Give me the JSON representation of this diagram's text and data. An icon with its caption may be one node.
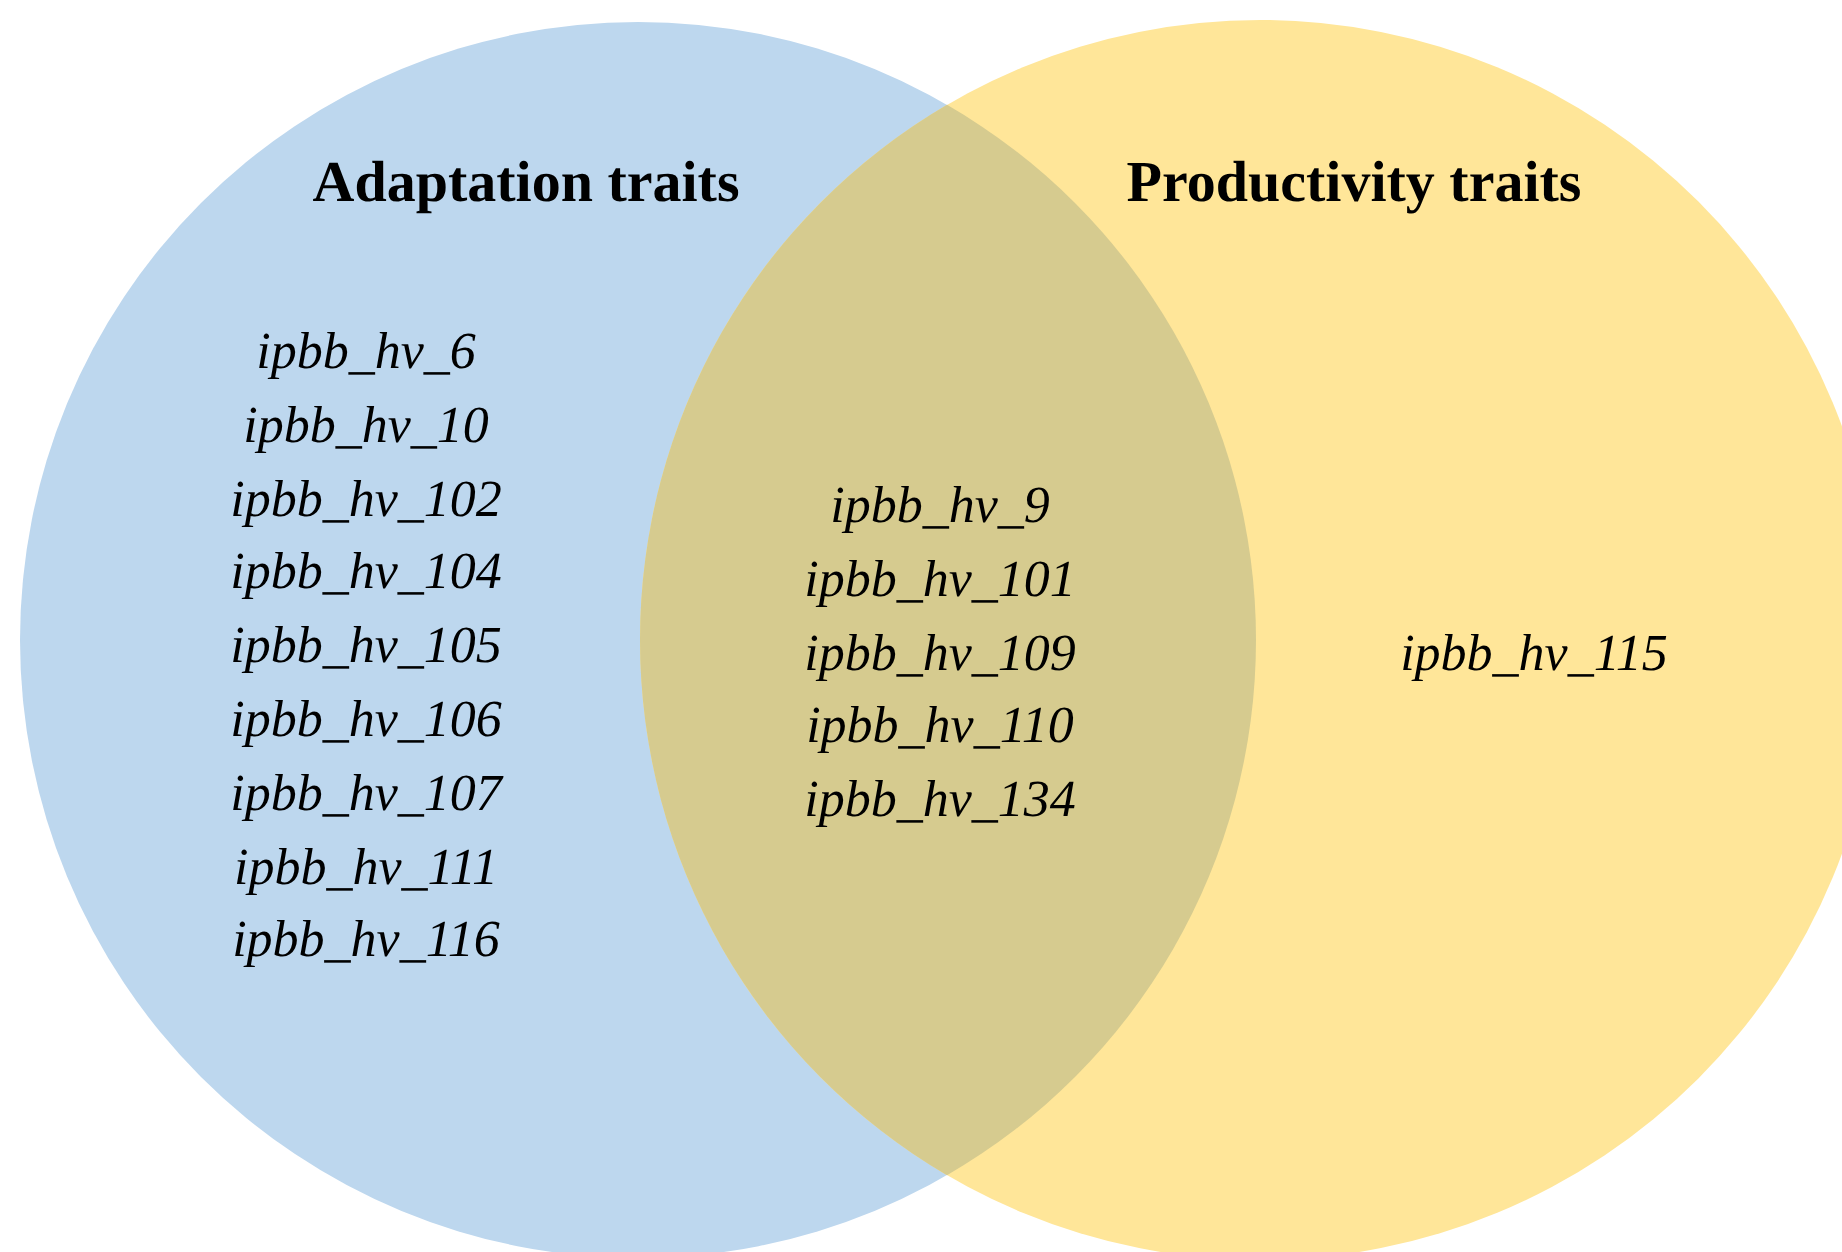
{
  "diagram": {
    "nodes": [
      {
        "text": [
          "Adaptation traits",
          "ipbb_hv_6",
          "ipbb_hv_10",
          "ipbb_hv_102",
          "ipbb_hv_104",
          "ipbb_hv_105",
          "ipbb_hv_106",
          "ipbb_hv_107",
          "ipbb_hv_111",
          "ipbb_hv_116"
        ]
      },
      {
        "text": [
          "Productivity traits",
          "ipbb_hv_115"
        ]
      },
      {
        "text": [
          "ipbb_hv_9",
          "ipbb_hv_101",
          "ipbb_hv_109",
          "ipbb_hv_110",
          "ipbb_hv_134"
        ]
      }
    ],
    "edges": []
  }
}
